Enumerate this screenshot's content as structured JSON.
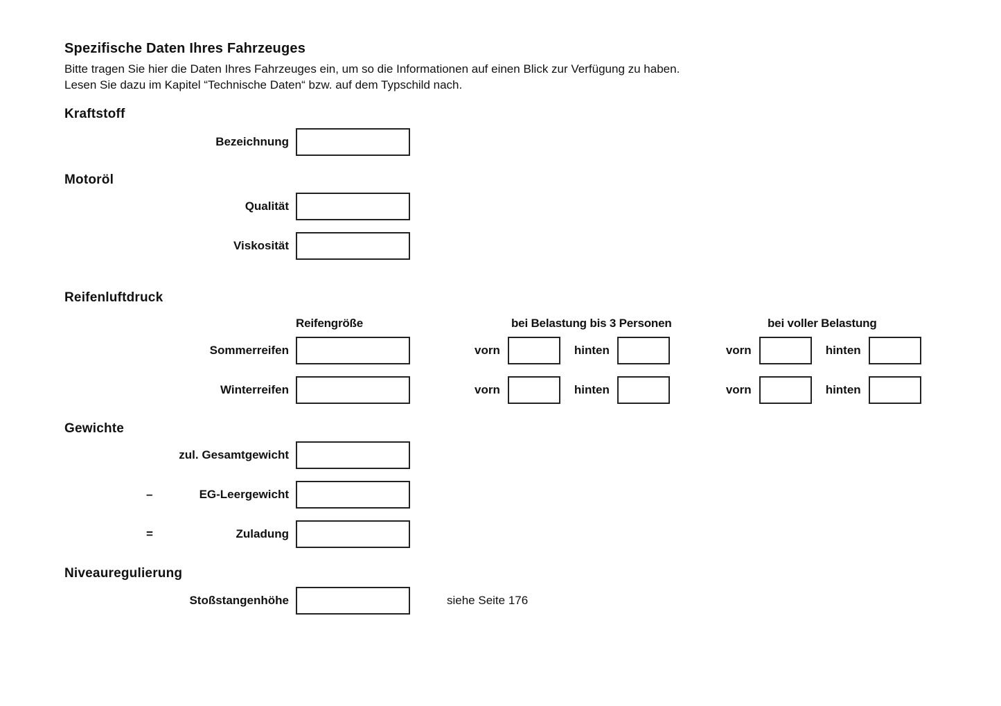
{
  "page": {
    "title": "Spezifische Daten Ihres Fahrzeuges",
    "intro_line1": "Bitte tragen Sie hier die Daten Ihres Fahrzeuges ein, um so die Informationen auf einen Blick zur Verfügung zu haben.",
    "intro_line2": "Lesen Sie dazu im Kapitel “Technische Daten“ bzw. auf dem Typschild nach."
  },
  "kraftstoff": {
    "heading": "Kraftstoff",
    "rows": {
      "bezeichnung": {
        "label": "Bezeichnung",
        "value": ""
      }
    }
  },
  "motoroel": {
    "heading": "Motoröl",
    "rows": {
      "qualitaet": {
        "label": "Qualität",
        "value": ""
      },
      "viskositaet": {
        "label": "Viskosität",
        "value": ""
      }
    }
  },
  "reifenluftdruck": {
    "heading": "Reifenluftdruck",
    "col_reifengroesse": "Reifengröße",
    "col_belastung3": "bei Belastung bis 3 Personen",
    "col_voll": "bei voller Belastung",
    "vorn_label": "vorn",
    "hinten_label": "hinten",
    "rows": {
      "sommer": {
        "label": "Sommerreifen",
        "reifengroesse": "",
        "b3_vorn": "",
        "b3_hinten": "",
        "voll_vorn": "",
        "voll_hinten": ""
      },
      "winter": {
        "label": "Winterreifen",
        "reifengroesse": "",
        "b3_vorn": "",
        "b3_hinten": "",
        "voll_vorn": "",
        "voll_hinten": ""
      }
    }
  },
  "gewichte": {
    "heading": "Gewichte",
    "rows": {
      "gesamt": {
        "operator": "",
        "label": "zul. Gesamtgewicht",
        "value": ""
      },
      "leer": {
        "operator": "–",
        "label": "EG-Leergewicht",
        "value": ""
      },
      "zuladung": {
        "operator": "=",
        "label": "Zuladung",
        "value": ""
      }
    }
  },
  "niveauregulierung": {
    "heading": "Niveauregulierung",
    "rows": {
      "stossstange": {
        "label": "Stoßstangenhöhe",
        "value": ""
      }
    },
    "note": "siehe Seite 176"
  }
}
